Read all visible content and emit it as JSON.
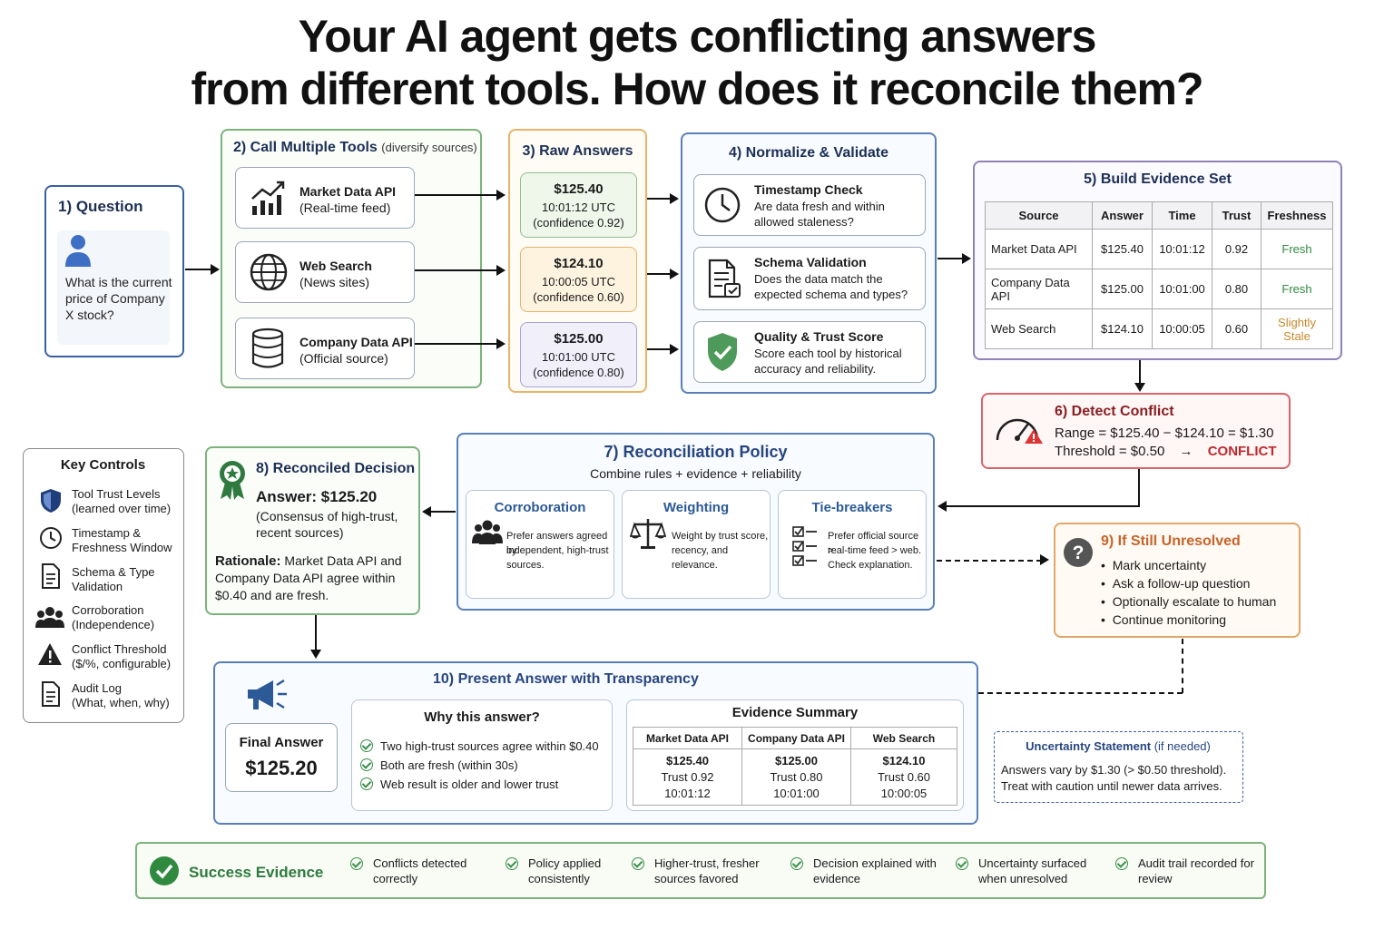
{
  "title_line1": "Your AI agent gets conflicting answers",
  "title_line2": "from different tools. How does it reconcile them?",
  "q": {
    "heading": "1) Question",
    "text": "What is the current price of Company X stock?"
  },
  "tools": {
    "heading": "2) Call Multiple Tools",
    "heading_note": "(diversify sources)",
    "items": [
      {
        "name": "Market Data API",
        "sub": "(Real-time feed)"
      },
      {
        "name": "Web Search",
        "sub": "(News sites)"
      },
      {
        "name": "Company Data API",
        "sub": "(Official source)"
      }
    ]
  },
  "raw": {
    "heading": "3) Raw Answers",
    "items": [
      {
        "price": "$125.40",
        "time": "10:01:12 UTC",
        "conf": "(confidence 0.92)"
      },
      {
        "price": "$124.10",
        "time": "10:00:05 UTC",
        "conf": "(confidence 0.60)"
      },
      {
        "price": "$125.00",
        "time": "10:01:00 UTC",
        "conf": "(confidence 0.80)"
      }
    ]
  },
  "normalize": {
    "heading": "4) Normalize & Validate",
    "items": [
      {
        "name": "Timestamp Check",
        "desc1": "Are data fresh and within",
        "desc2": "allowed staleness?"
      },
      {
        "name": "Schema Validation",
        "desc1": "Does the data match the",
        "desc2": "expected schema and types?"
      },
      {
        "name": "Quality & Trust Score",
        "desc1": "Score each tool by historical",
        "desc2": "accuracy and reliability."
      }
    ]
  },
  "evidence": {
    "heading": "5) Build Evidence Set",
    "columns": [
      "Source",
      "Answer",
      "Time",
      "Trust",
      "Freshness"
    ],
    "rows": [
      {
        "source": "Market Data API",
        "answer": "$125.40",
        "time": "10:01:12",
        "trust": "0.92",
        "fresh1": "Fresh",
        "fresh2": ""
      },
      {
        "source": "Company Data API",
        "answer": "$125.00",
        "time": "10:01:00",
        "trust": "0.80",
        "fresh1": "Fresh",
        "fresh2": ""
      },
      {
        "source": "Web Search",
        "answer": "$124.10",
        "time": "10:00:05",
        "trust": "0.60",
        "fresh1": "Slightly",
        "fresh2": "Stale"
      }
    ]
  },
  "conflict": {
    "heading": "6) Detect Conflict",
    "range": "Range = $125.40 − $124.10 = $1.30",
    "threshold": "Threshold = $0.50",
    "arrow": "→",
    "label": "CONFLICT"
  },
  "policy": {
    "heading": "7) Reconciliation Policy",
    "sub": "Combine rules + evidence + reliability",
    "items": [
      {
        "name": "Corroboration",
        "l1": "Prefer answers agreed by",
        "l2": "independent, high-trust",
        "l3": "sources."
      },
      {
        "name": "Weighting",
        "l1": "Weight by trust score,",
        "l2": "recency, and relevance.",
        "l3": ""
      },
      {
        "name": "Tie-breakers",
        "l1": "Prefer official source >",
        "l2": "real-time feed > web.",
        "l3": "Check explanation."
      }
    ]
  },
  "decision": {
    "heading": "8) Reconciled Decision",
    "answer": "Answer: $125.20",
    "answer_sub1": "(Consensus of high-trust,",
    "answer_sub2": "recent sources)",
    "rationale_label": "Rationale:",
    "rationale1": "Market Data API and",
    "rationale2": "Company Data API agree within",
    "rationale3": "$0.40 and are fresh."
  },
  "unresolved": {
    "heading": "9) If Still Unresolved",
    "items": [
      "Mark uncertainty",
      "Ask a follow-up question",
      "Optionally escalate to human",
      "Continue monitoring"
    ]
  },
  "key": {
    "heading": "Key Controls",
    "items": [
      {
        "l1": "Tool Trust Levels",
        "l2": "(learned over time)"
      },
      {
        "l1": "Timestamp &",
        "l2": "Freshness Window"
      },
      {
        "l1": "Schema & Type",
        "l2": "Validation"
      },
      {
        "l1": "Corroboration",
        "l2": "(Independence)"
      },
      {
        "l1": "Conflict Threshold",
        "l2": "($/%, configurable)"
      },
      {
        "l1": "Audit Log",
        "l2": "(What, when, why)"
      }
    ]
  },
  "present": {
    "heading": "10) Present Answer with Transparency",
    "final_label": "Final Answer",
    "final_value": "$125.20",
    "why_heading": "Why this answer?",
    "why": [
      "Two high-trust sources agree within $0.40",
      "Both are fresh (within 30s)",
      "Web result is older and lower trust"
    ],
    "summary_heading": "Evidence Summary",
    "summary": [
      {
        "name": "Market Data API",
        "price": "$125.40",
        "trust": "Trust 0.92",
        "time": "10:01:12"
      },
      {
        "name": "Company Data API",
        "price": "$125.00",
        "trust": "Trust 0.80",
        "time": "10:01:00"
      },
      {
        "name": "Web Search",
        "price": "$124.10",
        "trust": "Trust 0.60",
        "time": "10:00:05"
      }
    ]
  },
  "uncertainty": {
    "heading": "Uncertainty Statement",
    "heading_note": "(if needed)",
    "l1": "Answers vary by $1.30 (> $0.50 threshold).",
    "l2": "Treat with caution until newer data arrives."
  },
  "success": {
    "heading": "Success Evidence",
    "items": [
      {
        "l1": "Conflicts detected",
        "l2": "correctly"
      },
      {
        "l1": "Policy applied",
        "l2": "consistently"
      },
      {
        "l1": "Higher-trust, fresher",
        "l2": "sources favored"
      },
      {
        "l1": "Decision explained with",
        "l2": "evidence"
      },
      {
        "l1": "Uncertainty surfaced",
        "l2": "when unresolved"
      },
      {
        "l1": "Audit trail recorded for",
        "l2": "review"
      }
    ]
  },
  "colors": {
    "navy": "#1c2f55",
    "green": "#2f8a3f",
    "red": "#c0282d",
    "orange": "#c8632a"
  }
}
